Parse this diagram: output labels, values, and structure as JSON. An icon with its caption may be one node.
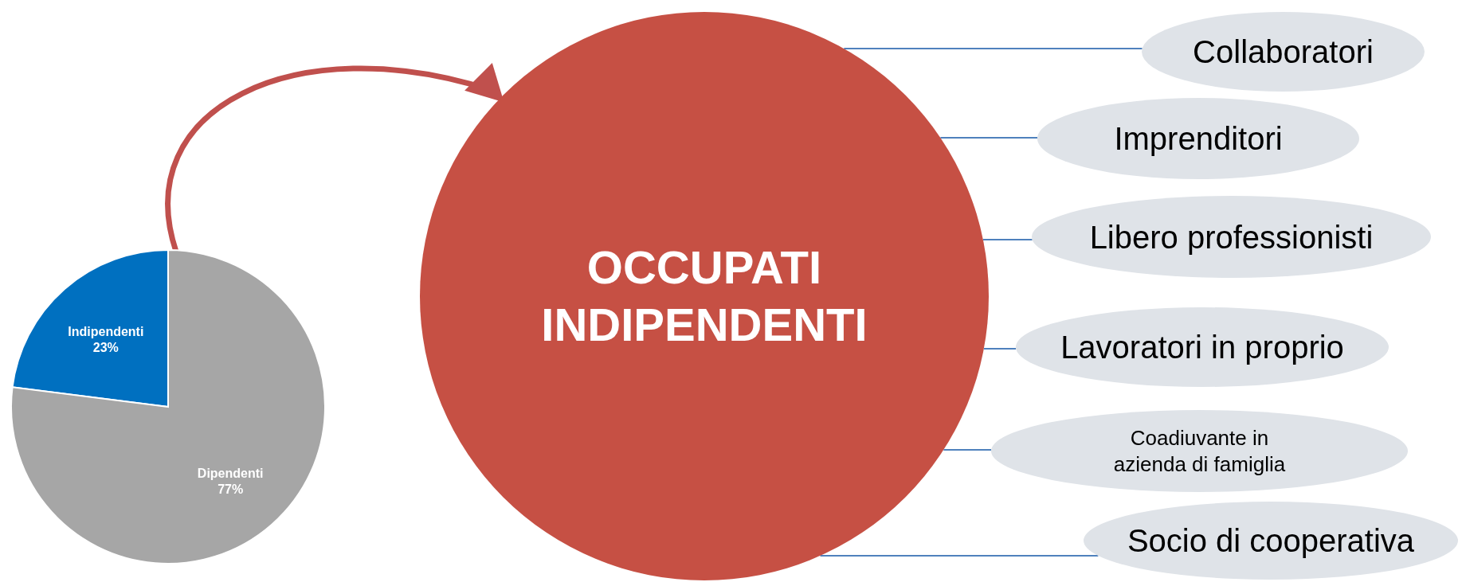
{
  "diagram": {
    "nodes": [
      {
        "text": [],
        "shape": "picture"
      },
      {
        "text": [
          "OCCUPATI INDIPENDENTI"
        ]
      },
      {
        "text": [
          "Collaboratori"
        ]
      },
      {
        "text": [
          "Imprenditori"
        ]
      },
      {
        "text": [
          "Libero professionisti"
        ]
      },
      {
        "text": [
          "Lavoratori in proprio"
        ]
      },
      {
        "text": [
          "Coadiuvante in azienda di famiglia"
        ]
      },
      {
        "text": [
          "Socio di cooperativa"
        ]
      }
    ],
    "edges": [
      {
        "from": 0,
        "to": 1,
        "arrow": "to",
        "style": "thick",
        "color": "#c0504d"
      },
      {
        "from": 1,
        "to": 2,
        "arrow": "none"
      },
      {
        "from": 1,
        "to": 3,
        "arrow": "none"
      },
      {
        "from": 1,
        "to": 4,
        "arrow": "none"
      },
      {
        "from": 1,
        "to": 5,
        "arrow": "none"
      },
      {
        "from": 1,
        "to": 6,
        "arrow": "none"
      },
      {
        "from": 1,
        "to": 7,
        "arrow": "none"
      }
    ],
    "chart_data": {
      "type": "pie",
      "categories": [
        "Indipendenti",
        "Dipendenti"
      ],
      "series": [
        {
          "values": [
            23,
            77
          ]
        }
      ],
      "value_labels": [
        "23%",
        "77%"
      ],
      "colors": [
        "#0070c0",
        "#a6a6a6"
      ]
    }
  }
}
